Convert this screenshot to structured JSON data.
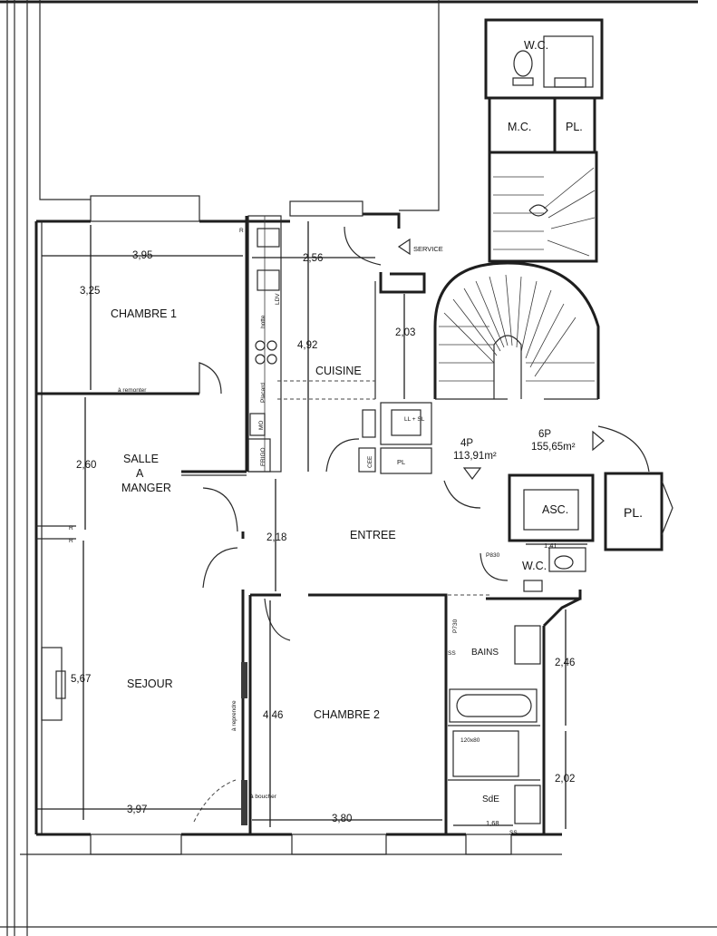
{
  "rooms": {
    "wc_top": "W.C.",
    "mc": "M.C.",
    "pl_top": "PL.",
    "chambre1": "CHAMBRE 1",
    "cuisine": "CUISINE",
    "salle_line1": "SALLE",
    "salle_line2": "A",
    "salle_line3": "MANGER",
    "entree": "ENTREE",
    "sejour": "SEJOUR",
    "chambre2": "CHAMBRE 2",
    "bains": "BAINS",
    "sde": "SdE",
    "wc_mid": "W.C.",
    "asc": "ASC.",
    "pl_right": "PL.",
    "pl_small": "PL"
  },
  "labels": {
    "service": "SERVICE",
    "four_p": "4P",
    "four_p_area": "113,91m²",
    "six_p": "6P",
    "six_p_area": "155,65m²",
    "a_remonter": "à remonter",
    "a_reprendre": "à reprendre",
    "a_boucher": "à boucher",
    "p830": "P830",
    "p730": "P730",
    "shower_size": "120x80",
    "ss_bains": "SS",
    "ss_sde": "SS",
    "r_top": "R",
    "r_left1": "R",
    "r_left2": "R",
    "ll_sl": "LL + SL",
    "ldv": "LDV",
    "mo": "MO",
    "frigo": "FRIGO",
    "hotte": "hotte",
    "placard": "Placard",
    "cee": "CEE"
  },
  "dimensions": {
    "d395": "3,95",
    "d256": "2,56",
    "d325": "3,25",
    "d492": "4,92",
    "d203": "2,03",
    "d260": "2,60",
    "d218": "2,18",
    "d567": "5,67",
    "d446": "4,46",
    "d397": "3,97",
    "d380": "3,80",
    "d168": "1,68",
    "d141": "1,41",
    "d246": "2,46",
    "d202": "2,02"
  }
}
